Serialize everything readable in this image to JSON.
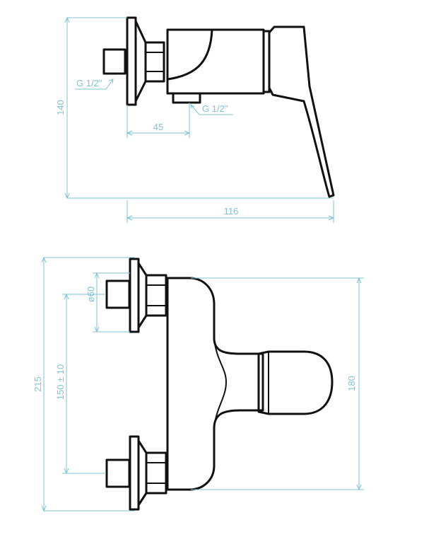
{
  "colors": {
    "outline": "#111111",
    "dimension": "#7fc3d6",
    "background": "#ffffff"
  },
  "side_view": {
    "dim_height": "140",
    "dim_inlet_offset": "45",
    "dim_total_depth": "116",
    "thread_inlet": "G 1/2\"",
    "thread_outlet": "G 1/2\""
  },
  "front_view": {
    "dim_total_height": "215",
    "dim_inlet_spacing": "150 ± 10",
    "dim_flange_diameter": "ø60",
    "dim_body_height": "180"
  }
}
